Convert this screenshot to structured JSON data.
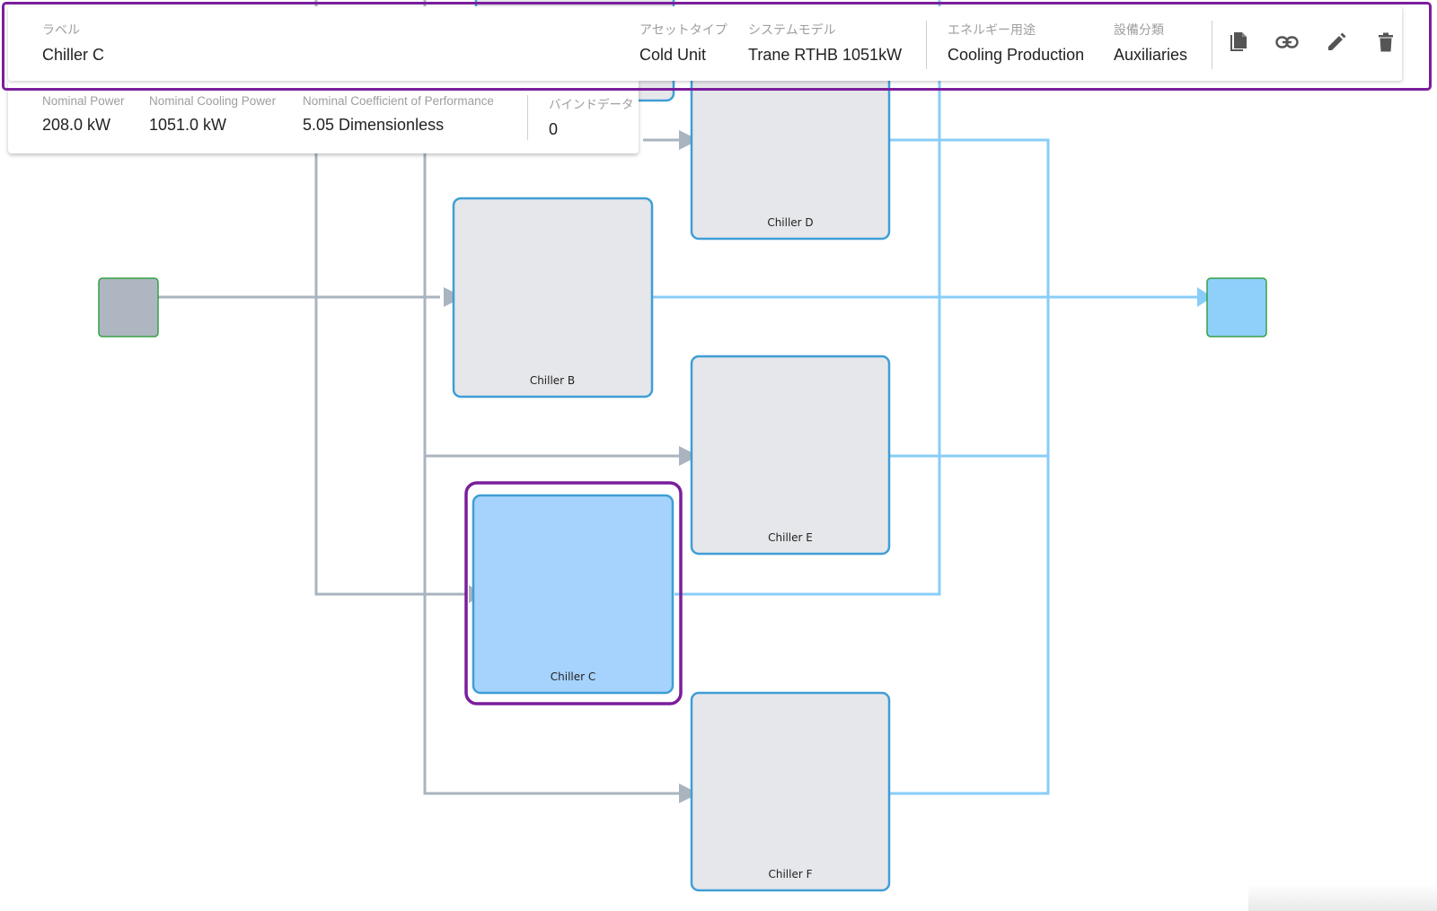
{
  "info": {
    "label_title": "ラベル",
    "label_value": "Chiller C",
    "asset_type_title": "アセットタイプ",
    "asset_type_value": "Cold Unit",
    "system_model_title": "システムモデル",
    "system_model_value": "Trane RTHB 1051kW",
    "energy_use_title": "エネルギー用途",
    "energy_use_value": "Cooling Production",
    "equipment_class_title": "設備分類",
    "equipment_class_value": "Auxiliaries",
    "actions": [
      "copy-icon",
      "link-icon",
      "edit-icon",
      "delete-icon"
    ]
  },
  "details": {
    "nominal_power_title": "Nominal Power",
    "nominal_power_value": "208.0 kW",
    "nominal_cooling_title": "Nominal Cooling Power",
    "nominal_cooling_value": "1051.0 kW",
    "cop_title": "Nominal Coefficient of Performance",
    "cop_value": "5.05 Dimensionless",
    "bound_data_title": "バインドデータ",
    "bound_data_value": "0"
  },
  "nodes": {
    "chiller_b": "Chiller B",
    "chiller_c": "Chiller C",
    "chiller_d": "Chiller D",
    "chiller_e": "Chiller E",
    "chiller_f": "Chiller F"
  },
  "colors": {
    "supply_line": "#a9b4bf",
    "return_line": "#88cdf8",
    "node_fill": "#e6e7ea",
    "node_border": "#3f9ed6",
    "selected_fill": "#a6d3fd",
    "selection_outline": "#7a1e9c",
    "terminal_border": "#36a045"
  }
}
